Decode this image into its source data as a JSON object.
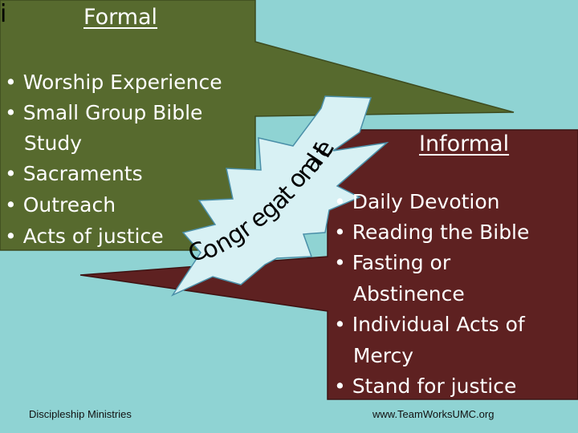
{
  "formal": {
    "heading": "Formal",
    "items": [
      "• Worship Experience",
      "• Small Group Bible",
      "   Study",
      "• Sacraments",
      "• Outreach",
      "• Acts of justice"
    ]
  },
  "informal": {
    "heading": "Informal",
    "items": [
      "• Daily Devotion",
      "• Reading the Bible",
      "• Fasting or",
      "   Abstinence",
      "• Individual Acts of",
      "   Mercy",
      "• Stand for justice"
    ]
  },
  "center": {
    "label": "Congregational Life"
  },
  "footer": {
    "left": "Discipleship Ministries",
    "right": "www.TeamWorksUMC.org"
  },
  "colors": {
    "background": "#8fd3d3",
    "formal": "#576a2e",
    "informal": "#5e2121",
    "burst": "#d8f1f4"
  }
}
